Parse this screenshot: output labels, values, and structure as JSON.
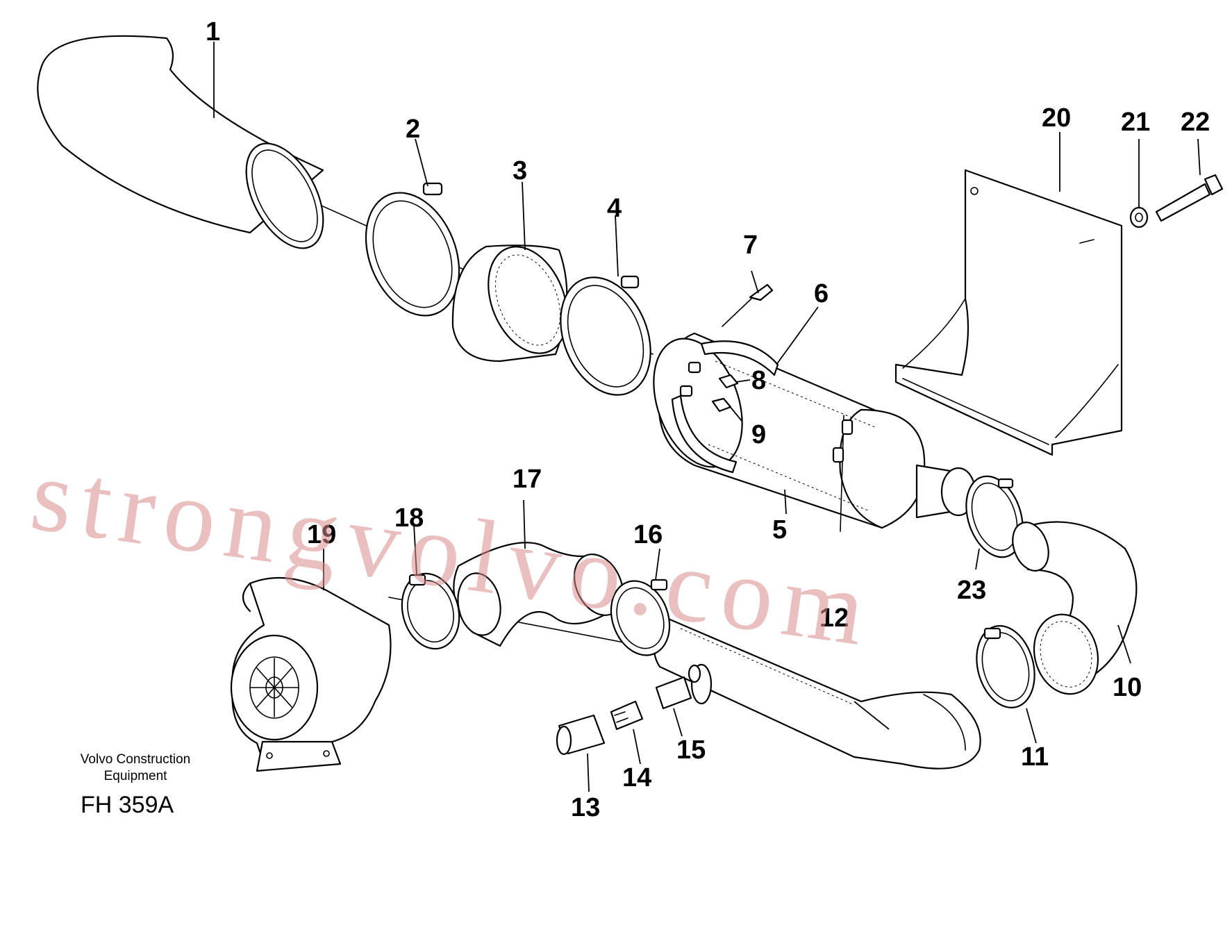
{
  "callouts": [
    {
      "id": "1",
      "label": "1"
    },
    {
      "id": "2",
      "label": "2"
    },
    {
      "id": "3",
      "label": "3"
    },
    {
      "id": "4",
      "label": "4"
    },
    {
      "id": "5",
      "label": "5"
    },
    {
      "id": "6",
      "label": "6"
    },
    {
      "id": "7",
      "label": "7"
    },
    {
      "id": "8",
      "label": "8"
    },
    {
      "id": "9",
      "label": "9"
    },
    {
      "id": "10",
      "label": "10"
    },
    {
      "id": "11",
      "label": "11"
    },
    {
      "id": "12",
      "label": "12"
    },
    {
      "id": "13",
      "label": "13"
    },
    {
      "id": "14",
      "label": "14"
    },
    {
      "id": "15",
      "label": "15"
    },
    {
      "id": "16",
      "label": "16"
    },
    {
      "id": "17",
      "label": "17"
    },
    {
      "id": "18",
      "label": "18"
    },
    {
      "id": "19",
      "label": "19"
    },
    {
      "id": "20",
      "label": "20"
    },
    {
      "id": "21",
      "label": "21"
    },
    {
      "id": "22",
      "label": "22"
    },
    {
      "id": "23",
      "label": "23"
    }
  ],
  "watermark": "strongvolvo.com",
  "company": "Volvo Construction Equipment",
  "drawing_code": "FH 359A",
  "colors": {
    "line": "#000000",
    "watermark": "#d98a8a",
    "background": "#ffffff"
  }
}
